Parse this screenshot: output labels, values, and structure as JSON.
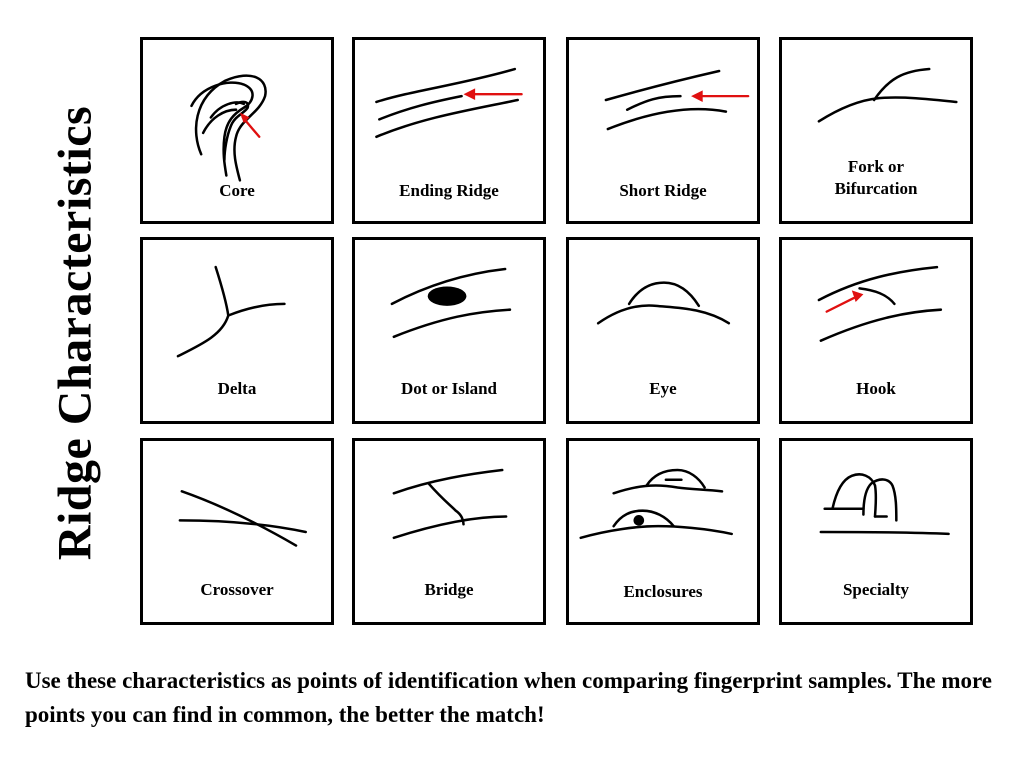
{
  "title": "Ridge Characteristics",
  "cells": [
    {
      "label": "Core",
      "icon": "core-icon"
    },
    {
      "label": "Ending Ridge",
      "icon": "ending-ridge-icon"
    },
    {
      "label": "Short Ridge",
      "icon": "short-ridge-icon"
    },
    {
      "label": "Fork or\nBifurcation",
      "icon": "fork-bifurcation-icon"
    },
    {
      "label": "Delta",
      "icon": "delta-icon"
    },
    {
      "label": "Dot or Island",
      "icon": "dot-island-icon"
    },
    {
      "label": "Eye",
      "icon": "eye-icon"
    },
    {
      "label": "Hook",
      "icon": "hook-icon"
    },
    {
      "label": "Crossover",
      "icon": "crossover-icon"
    },
    {
      "label": "Bridge",
      "icon": "bridge-icon"
    },
    {
      "label": "Enclosures",
      "icon": "enclosures-icon"
    },
    {
      "label": "Specialty",
      "icon": "specialty-icon"
    }
  ],
  "caption": "Use these characteristics as points of identification when comparing fingerprint samples.  The more points you can find in common, the better the match!",
  "colors": {
    "arrow": "#e01010",
    "ink": "#000000",
    "background": "#ffffff"
  }
}
